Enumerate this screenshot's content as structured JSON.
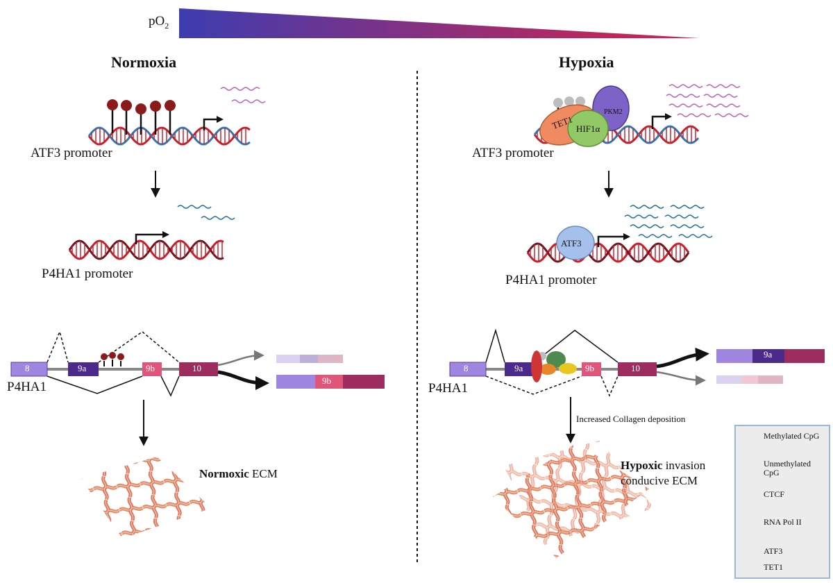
{
  "gradient": {
    "label_main": "pO",
    "label_sub": "2"
  },
  "left": {
    "heading": "Normoxia",
    "atf3_promoter": "ATF3 promoter",
    "p4ha1_promoter": "P4HA1 promoter",
    "gene_label": "P4HA1",
    "exons": {
      "e8": "8",
      "e9a": "9a",
      "e9b": "9b",
      "e10": "10"
    },
    "product_exon": "9b",
    "ecm_bold": "Normoxic",
    "ecm_rest": " ECM"
  },
  "right": {
    "heading": "Hypoxia",
    "atf3_promoter": "ATF3 promoter",
    "p4ha1_promoter": "P4HA1 promoter",
    "gene_label": "P4HA1",
    "exons": {
      "e8": "8",
      "e9a": "9a",
      "e9b": "9b",
      "e10": "10"
    },
    "product_exon": "9a",
    "proteins": {
      "tet1": "TET1",
      "hif1a": "HIF1α",
      "pkm2": "PKM2",
      "atf3": "ATF3"
    },
    "collagen_note": "Increased Collagen deposition",
    "ecm_bold": "Hypoxic",
    "ecm_rest": " invasion",
    "ecm_line2": "conducive ECM"
  },
  "legend": [
    {
      "label": "Methylated CpG",
      "icon": "methylated-cpg-icon"
    },
    {
      "label": "Unmethylated CpG",
      "icon": "unmethylated-cpg-icon"
    },
    {
      "label": "CTCF",
      "icon": "ctcf-icon"
    },
    {
      "label": "RNA Pol II",
      "icon": "rna-pol-ii-icon"
    },
    {
      "label": "ATF3",
      "icon": "atf3-icon"
    },
    {
      "label": "TET1",
      "icon": "tet1-icon"
    }
  ],
  "colors": {
    "gradient_start": "#3d3db0",
    "gradient_end": "#d8224a",
    "dna_red": "#c8202a",
    "dna_blue": "#2a7ab8",
    "dna_dark": "#6b1420",
    "methyl": "#8b1a1a",
    "exon8": "#9f86e0",
    "exon9a": "#4b2a8c",
    "exon9b": "#e0557a",
    "exon10": "#9c2d5e",
    "mrna_wave_pink": "#c060b8",
    "mrna_wave_blue": "#1f6ea0",
    "ctcf": "#e8862a",
    "rnapol": "#cf3535",
    "atf3": "#e8c820",
    "tet1_legend": "#4e8a4e",
    "legend_border": "#9bb6d6",
    "collagen": "#e0886a"
  }
}
